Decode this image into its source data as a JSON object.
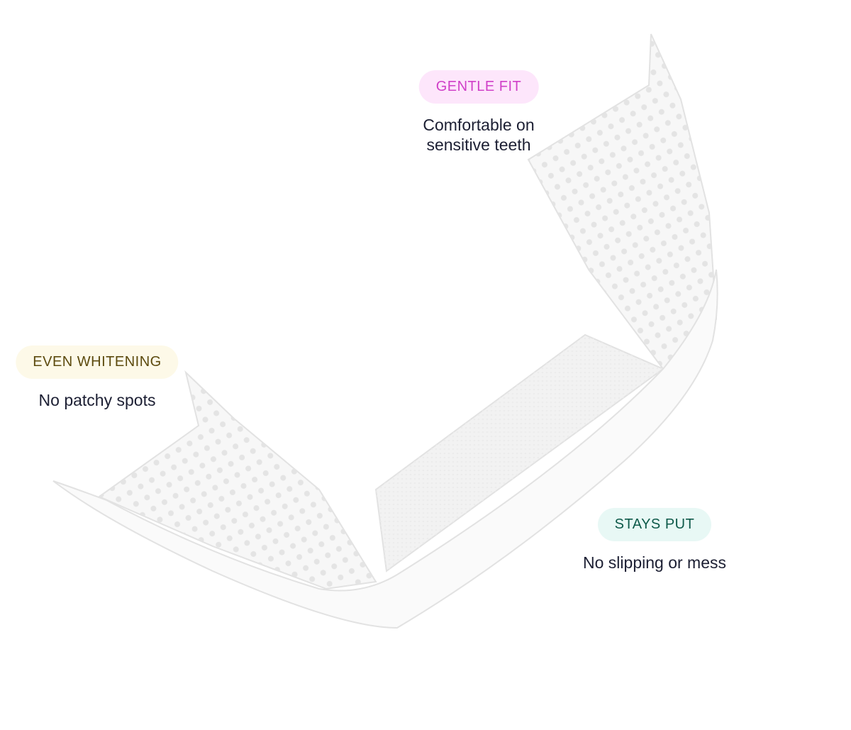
{
  "features": [
    {
      "badge": "GENTLE FIT",
      "description_lines": [
        "Comfortable on",
        "sensitive teeth"
      ],
      "badge_bg": "#fde6fb",
      "badge_color": "#d040c8"
    },
    {
      "badge": "EVEN WHITENING",
      "description_lines": [
        "No patchy spots"
      ],
      "badge_bg": "#fdf9e8",
      "badge_color": "#5c4a0e"
    },
    {
      "badge": "STAYS PUT",
      "description_lines": [
        "No slipping or mess"
      ],
      "badge_bg": "#e8f8f5",
      "badge_color": "#0e5a4a"
    }
  ]
}
